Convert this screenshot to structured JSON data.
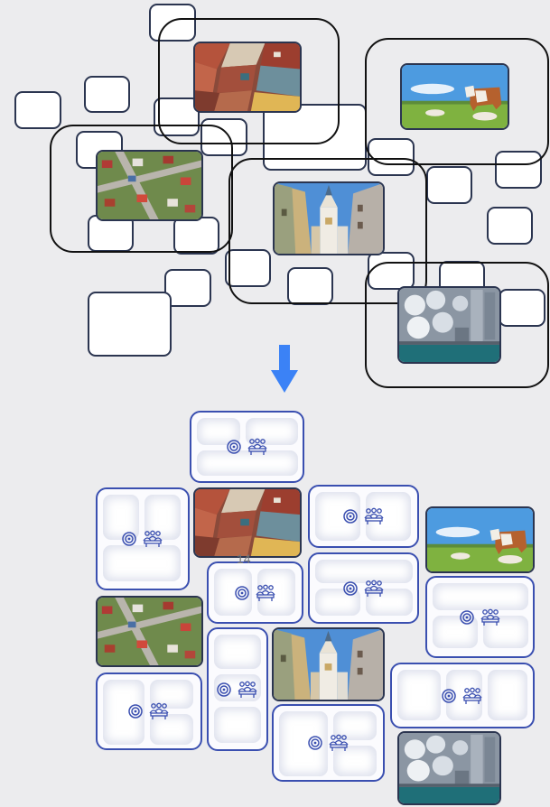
{
  "diagram": {
    "arrow": "down-arrow-icon",
    "mark": "14",
    "icons": [
      "target-icon",
      "team-meeting-icon"
    ],
    "colors": {
      "region_border": "#111111",
      "tile_border": "#3a4fb0",
      "arrow": "#3b82f6",
      "background": "#ececee"
    },
    "photos": [
      "rooftops-photo",
      "cows-photo",
      "suburb-aerial-photo",
      "tower-street-photo",
      "industrial-tanks-photo"
    ]
  }
}
